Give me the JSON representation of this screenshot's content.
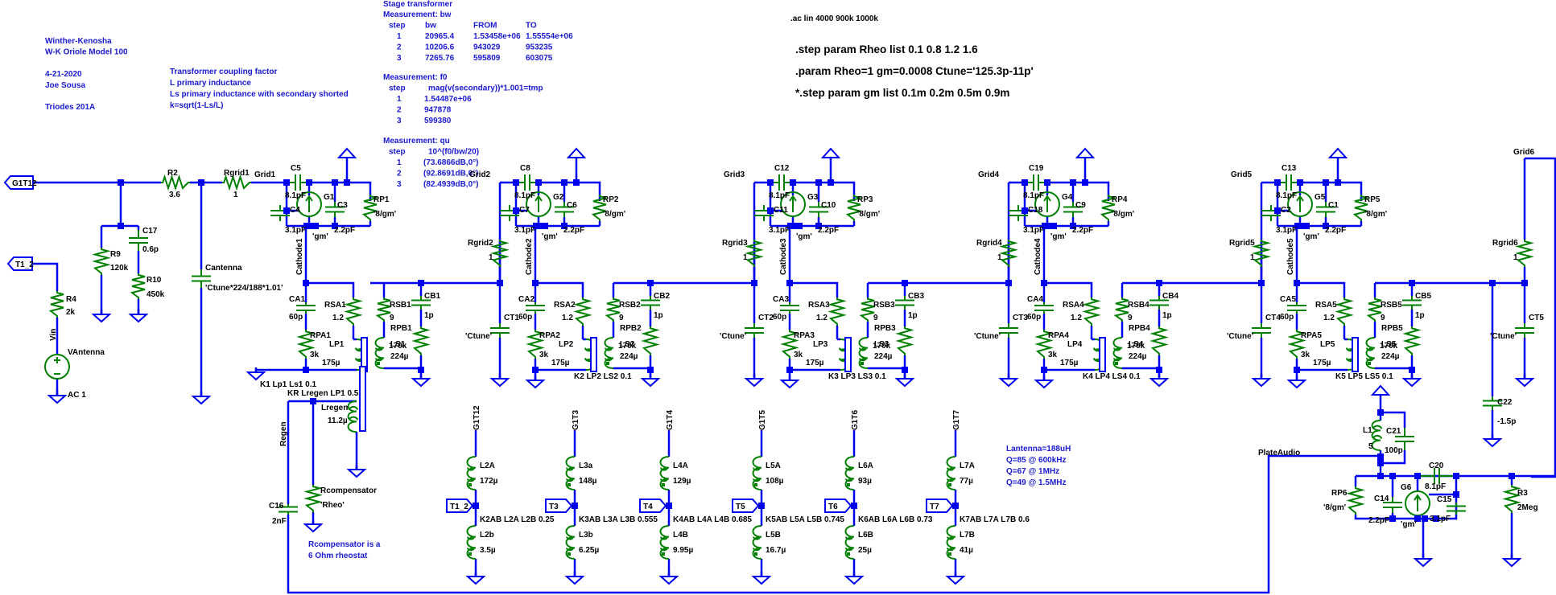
{
  "title_block": {
    "lines": [
      "Winther-Kenosha",
      "W-K Oriole Model 100",
      "",
      "4-21-2020",
      "Joe Sousa",
      "",
      "Triodes 201A"
    ]
  },
  "transformer_note": {
    "lines": [
      "Transformer coupling factor",
      "L primary inductance",
      "Ls primary inductance with secondary shorted",
      "k=sqrt(1-Ls/L)"
    ]
  },
  "measurements": {
    "heading": "Stage transformer",
    "bw": {
      "title": "Measurement: bw",
      "columns": [
        "step",
        "bw",
        "FROM",
        "TO"
      ],
      "rows": [
        [
          "1",
          "20965.4",
          "1.53458e+06",
          "1.55554e+06"
        ],
        [
          "2",
          "10206.6",
          "943029",
          "953235"
        ],
        [
          "3",
          "7265.76",
          "595809",
          "603075"
        ]
      ]
    },
    "f0": {
      "title": "Measurement: f0",
      "columns": [
        "step",
        "mag(v(secondary))*1.001=tmp"
      ],
      "rows": [
        [
          "1",
          "1.54487e+06"
        ],
        [
          "2",
          "947878"
        ],
        [
          "3",
          "599380"
        ]
      ]
    },
    "qu": {
      "title": "Measurement: qu",
      "columns": [
        "step",
        "10^(f0/bw/20)"
      ],
      "rows": [
        [
          "1",
          "(73.6866dB,0°)"
        ],
        [
          "2",
          "(92.8691dB,0°)"
        ],
        [
          "3",
          "(82.4939dB,0°)"
        ]
      ]
    }
  },
  "directives": {
    "ac": ".ac lin 4000 900k 1000k",
    "step_rheo": ".step param Rheo list 0.1 0.8 1.2 1.6",
    "param": ".param Rheo=1 gm=0.0008 Ctune='125.3p-11p'",
    "step_gm": "*.step param gm list 0.1m 0.2m 0.5m 0.9m"
  },
  "antenna_note": {
    "lines": [
      "Lantenna=188uH",
      "Q=85 @ 600kHz",
      "Q=67 @ 1MHz",
      "Q=49 @ 1.5MHz"
    ]
  },
  "rcomp_note": {
    "lines": [
      "Rcompensator is a",
      "6 Ohm rheostat"
    ]
  },
  "input_section": {
    "port_g1t12": "G1T12",
    "port_t1_2": "T1_2",
    "R2": {
      "name": "R2",
      "value": "3.6"
    },
    "Rgrid1": {
      "name": "Rgrid1",
      "value": "1"
    },
    "R9": {
      "name": "R9",
      "value": "120k"
    },
    "C17": {
      "name": "C17",
      "value": "0.6p"
    },
    "R10": {
      "name": "R10",
      "value": "450k"
    },
    "R4": {
      "name": "R4",
      "value": "2k"
    },
    "vin_net": "Vin",
    "VAntenna": {
      "name": "VAntenna",
      "value": "AC 1"
    },
    "Cantenna": {
      "name": "Cantenna",
      "value": "'Ctune*224/188*1.01'"
    },
    "Lregen": {
      "name": "Lregen",
      "value": "11.2µ"
    },
    "regen_net": "Regen",
    "C16": {
      "name": "C16",
      "value": "2nF"
    },
    "Rcompensator": {
      "name": "Rcompensator",
      "value": "'Rheo'"
    },
    "k1": "K1 Lp1 Ls1 0.1",
    "kr": "KR Lregen LP1 0.5"
  },
  "stages": [
    {
      "grid": "Grid1",
      "cgp": {
        "name": "C5",
        "value": "8.1pF"
      },
      "tube": "G1",
      "cgk": {
        "name": "C4",
        "value": "3.1pF"
      },
      "cpk": {
        "name": "C3",
        "value": "2.2pF"
      },
      "rp": {
        "name": "RP1",
        "value": "'8/gm'"
      },
      "gm": "'gm'",
      "cathode": "Cathode1",
      "ca": {
        "name": "CA1",
        "value": "60p"
      },
      "rsa": {
        "name": "RSA1",
        "value": "1.2"
      },
      "rpa": {
        "name": "RPA1",
        "value": "3k"
      },
      "lp": {
        "name": "LP1",
        "value": "175µ"
      },
      "rsb": {
        "name": "RSB1",
        "value": "9"
      },
      "ls": {
        "name": "LS1",
        "value": "224µ"
      },
      "cb": {
        "name": "CB1",
        "value": "1p"
      },
      "rpb": {
        "name": "RPB1",
        "value": "170k"
      },
      "coupling": "",
      "next_rgrid": {
        "name": "Rgrid2",
        "value": "1"
      },
      "ct": {
        "name": "CT1",
        "value": "'Ctune'"
      }
    },
    {
      "grid": "Grid2",
      "cgp": {
        "name": "C8",
        "value": "8.1pF"
      },
      "tube": "G2",
      "cgk": {
        "name": "C7",
        "value": "3.1pF"
      },
      "cpk": {
        "name": "C6",
        "value": "2.2pF"
      },
      "rp": {
        "name": "RP2",
        "value": "'8/gm'"
      },
      "gm": "'gm'",
      "cathode": "Cathode2",
      "ca": {
        "name": "CA2",
        "value": "60p"
      },
      "rsa": {
        "name": "RSA2",
        "value": "1.2"
      },
      "rpa": {
        "name": "RPA2",
        "value": "3k"
      },
      "lp": {
        "name": "LP2",
        "value": "175µ"
      },
      "rsb": {
        "name": "RSB2",
        "value": "9"
      },
      "ls": {
        "name": "LS2",
        "value": "224µ"
      },
      "cb": {
        "name": "CB2",
        "value": "1p"
      },
      "rpb": {
        "name": "RPB2",
        "value": "170k"
      },
      "coupling": "K2 LP2 LS2 0.1",
      "next_rgrid": {
        "name": "Rgrid3",
        "value": "1"
      },
      "ct": {
        "name": "CT2",
        "value": "'Ctune'"
      }
    },
    {
      "grid": "Grid3",
      "cgp": {
        "name": "C12",
        "value": "8.1pF"
      },
      "tube": "G3",
      "cgk": {
        "name": "C11",
        "value": "3.1pF"
      },
      "cpk": {
        "name": "C10",
        "value": "2.2pF"
      },
      "rp": {
        "name": "RP3",
        "value": "'8/gm'"
      },
      "gm": "'gm'",
      "cathode": "Cathode3",
      "ca": {
        "name": "CA3",
        "value": "60p"
      },
      "rsa": {
        "name": "RSA3",
        "value": "1.2"
      },
      "rpa": {
        "name": "RPA3",
        "value": "3k"
      },
      "lp": {
        "name": "LP3",
        "value": "175µ"
      },
      "rsb": {
        "name": "RSB3",
        "value": "9"
      },
      "ls": {
        "name": "LS3",
        "value": "224µ"
      },
      "cb": {
        "name": "CB3",
        "value": "1p"
      },
      "rpb": {
        "name": "RPB3",
        "value": "170k"
      },
      "coupling": "K3 LP3 LS3 0.1",
      "next_rgrid": {
        "name": "Rgrid4",
        "value": "1"
      },
      "ct": {
        "name": "CT3",
        "value": "'Ctune'"
      }
    },
    {
      "grid": "Grid4",
      "cgp": {
        "name": "C19",
        "value": "8.1pF"
      },
      "tube": "G4",
      "cgk": {
        "name": "C18",
        "value": "3.1pF"
      },
      "cpk": {
        "name": "C9",
        "value": "2.2pF"
      },
      "rp": {
        "name": "RP4",
        "value": "'8/gm'"
      },
      "gm": "'gm'",
      "cathode": "Cathode4",
      "ca": {
        "name": "CA4",
        "value": "60p"
      },
      "rsa": {
        "name": "RSA4",
        "value": "1.2"
      },
      "rpa": {
        "name": "RPA4",
        "value": "3k"
      },
      "lp": {
        "name": "LP4",
        "value": "175µ"
      },
      "rsb": {
        "name": "RSB4",
        "value": "9"
      },
      "ls": {
        "name": "LS4",
        "value": "224µ"
      },
      "cb": {
        "name": "CB4",
        "value": "1p"
      },
      "rpb": {
        "name": "RPB4",
        "value": "170k"
      },
      "coupling": "K4 LP4 LS4 0.1",
      "next_rgrid": {
        "name": "Rgrid5",
        "value": "1"
      },
      "ct": {
        "name": "CT4",
        "value": "'Ctune'"
      }
    },
    {
      "grid": "Grid5",
      "cgp": {
        "name": "C13",
        "value": "8.1pF"
      },
      "tube": "G5",
      "cgk": {
        "name": "C2",
        "value": "3.1pF"
      },
      "cpk": {
        "name": "C1",
        "value": "2.2pF"
      },
      "rp": {
        "name": "RP5",
        "value": "'8/gm'"
      },
      "gm": "'gm'",
      "cathode": "Cathode5",
      "ca": {
        "name": "CA5",
        "value": "60p"
      },
      "rsa": {
        "name": "RSA5",
        "value": "1.2"
      },
      "rpa": {
        "name": "RPA5",
        "value": "3k"
      },
      "lp": {
        "name": "LP5",
        "value": "175µ"
      },
      "rsb": {
        "name": "RSB5",
        "value": "9"
      },
      "ls": {
        "name": "LS5",
        "value": "224µ"
      },
      "cb": {
        "name": "CB5",
        "value": "1p"
      },
      "rpb": {
        "name": "RPB5",
        "value": "170k"
      },
      "coupling": "K5 LP5 LS5 0.1",
      "next_rgrid": {
        "name": "Rgrid6",
        "value": "1"
      },
      "ct": {
        "name": "CT5",
        "value": "'Ctune'"
      }
    }
  ],
  "detector": {
    "grid": "Grid6",
    "C22": {
      "name": "C22",
      "value": "-1.5p"
    },
    "L1": {
      "name": "L1",
      "value": "5"
    },
    "C21": {
      "name": "C21",
      "value": "100p"
    },
    "plate_net": "PlateAudio",
    "C20": {
      "name": "C20",
      "value": "8.1pF"
    },
    "tube": "G6",
    "gm": "'gm'",
    "RP6": {
      "name": "RP6",
      "value": "'8/gm'"
    },
    "C14": {
      "name": "C14",
      "value": "2.2pF"
    },
    "C15": {
      "name": "C15",
      "value": "3.1pF"
    },
    "R3": {
      "name": "R3",
      "value": "2Meg"
    }
  },
  "taps": [
    {
      "net": "G1T12",
      "port": "T1_2",
      "la": {
        "name": "L2A",
        "value": "172µ"
      },
      "lb": {
        "name": "L2b",
        "value": "3.5µ"
      },
      "k": "K2AB L2A L2B 0.25"
    },
    {
      "net": "G1T3",
      "port": "T3",
      "la": {
        "name": "L3a",
        "value": "148µ"
      },
      "lb": {
        "name": "L3b",
        "value": "6.25µ"
      },
      "k": "K3AB L3A L3B 0.555"
    },
    {
      "net": "G1T4",
      "port": "T4",
      "la": {
        "name": "L4A",
        "value": "129µ"
      },
      "lb": {
        "name": "L4B",
        "value": "9.95µ"
      },
      "k": "K4AB L4A L4B 0.685"
    },
    {
      "net": "G1T5",
      "port": "T5",
      "la": {
        "name": "L5A",
        "value": "108µ"
      },
      "lb": {
        "name": "L5B",
        "value": "16.7µ"
      },
      "k": "K5AB L5A L5B 0.745"
    },
    {
      "net": "G1T6",
      "port": "T6",
      "la": {
        "name": "L6A",
        "value": "93µ"
      },
      "lb": {
        "name": "L6B",
        "value": "25µ"
      },
      "k": "K6AB L6A L6B 0.73"
    },
    {
      "net": "G1T7",
      "port": "T7",
      "la": {
        "name": "L7A",
        "value": "77µ"
      },
      "lb": {
        "name": "L7B",
        "value": "41µ"
      },
      "k": "K7AB L7A L7B 0.6"
    }
  ]
}
